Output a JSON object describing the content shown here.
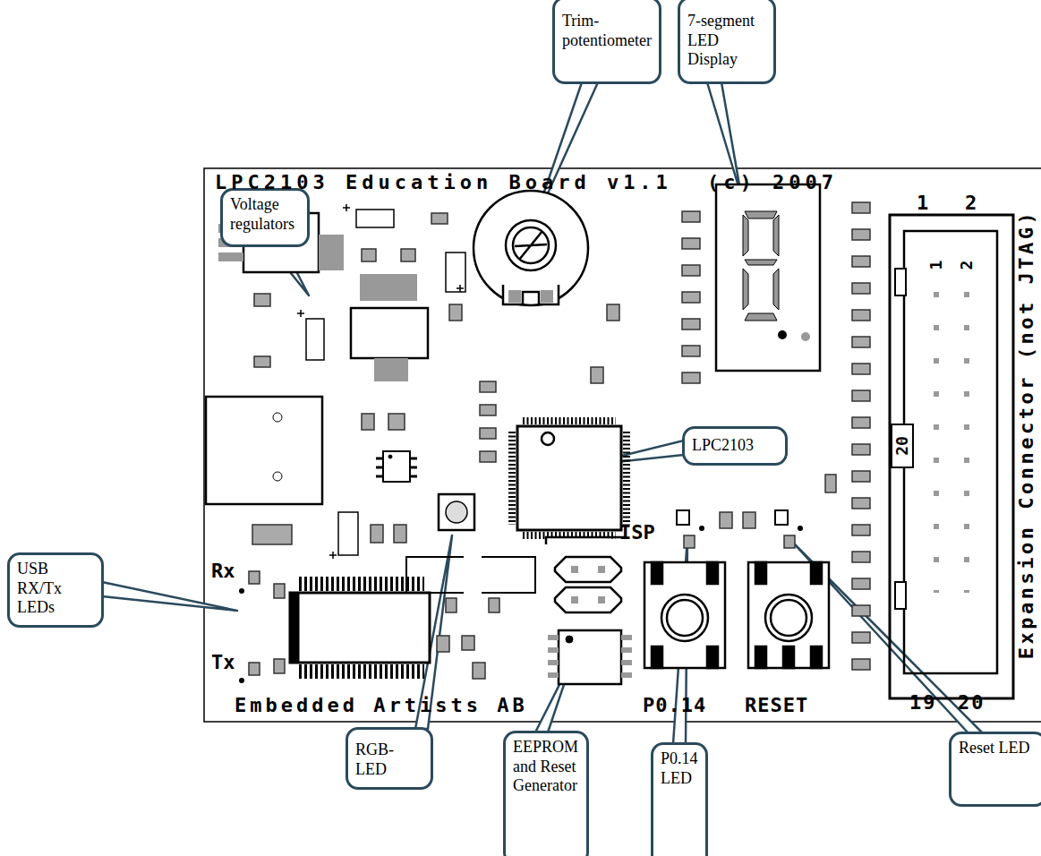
{
  "diagram": {
    "nodes": [
      {
        "text": [
          "Trim- potentiometer"
        ]
      },
      {
        "text": [
          "7-segment LED Display"
        ]
      },
      {
        "text": [
          "Voltage regulators"
        ]
      },
      {
        "text": [
          "LPC2103"
        ]
      },
      {
        "text": [
          "USB RX/Tx LEDs"
        ]
      },
      {
        "text": [
          "RGB-LED"
        ]
      },
      {
        "text": [
          "EEPROM and Reset Generator"
        ]
      },
      {
        "text": [
          "P0.14 LED"
        ]
      },
      {
        "text": [
          "Reset LED"
        ]
      }
    ],
    "labels": [
      "LPC2103 Education Board v1.1",
      "(c) 2007",
      "1",
      "2",
      "1",
      "2",
      "20",
      "19",
      "20",
      "Expansion Connector (not JTAG)",
      "Rx",
      "Tx",
      "ISP",
      "P0.14",
      "RESET",
      "Embedded Artists AB"
    ]
  }
}
